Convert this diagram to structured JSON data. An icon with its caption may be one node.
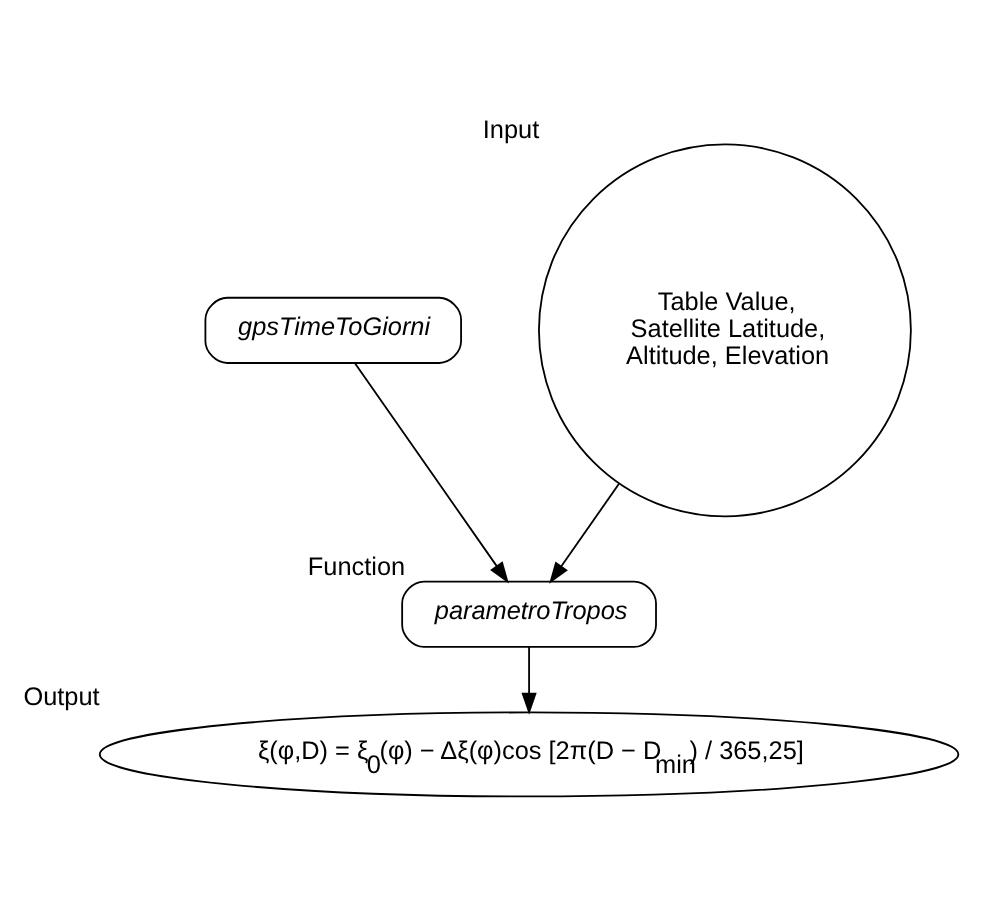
{
  "diagram": {
    "nodes": [
      {
        "text": [
          "gpsTimeToGiorni"
        ]
      },
      {
        "text": [
          "Table Value, Satellite Latitude, Altitude, Elevation"
        ],
        "beside": [
          "Input"
        ]
      },
      {
        "text": [
          "parametroTropos"
        ],
        "beside": [
          "Function"
        ]
      },
      {
        "text": [
          "ξ(φ,D) = ξ$_{0}$(φ) − Δξ(φ)cos [2π(D − D$_{min}$) / 365,25]"
        ],
        "beside": [
          "Output"
        ]
      }
    ],
    "edges": [
      {
        "from": 0,
        "to": 2,
        "arrow": "to"
      },
      {
        "from": 1,
        "to": 2,
        "arrow": "to"
      },
      {
        "from": 2,
        "to": 3,
        "arrow": "to"
      }
    ]
  }
}
